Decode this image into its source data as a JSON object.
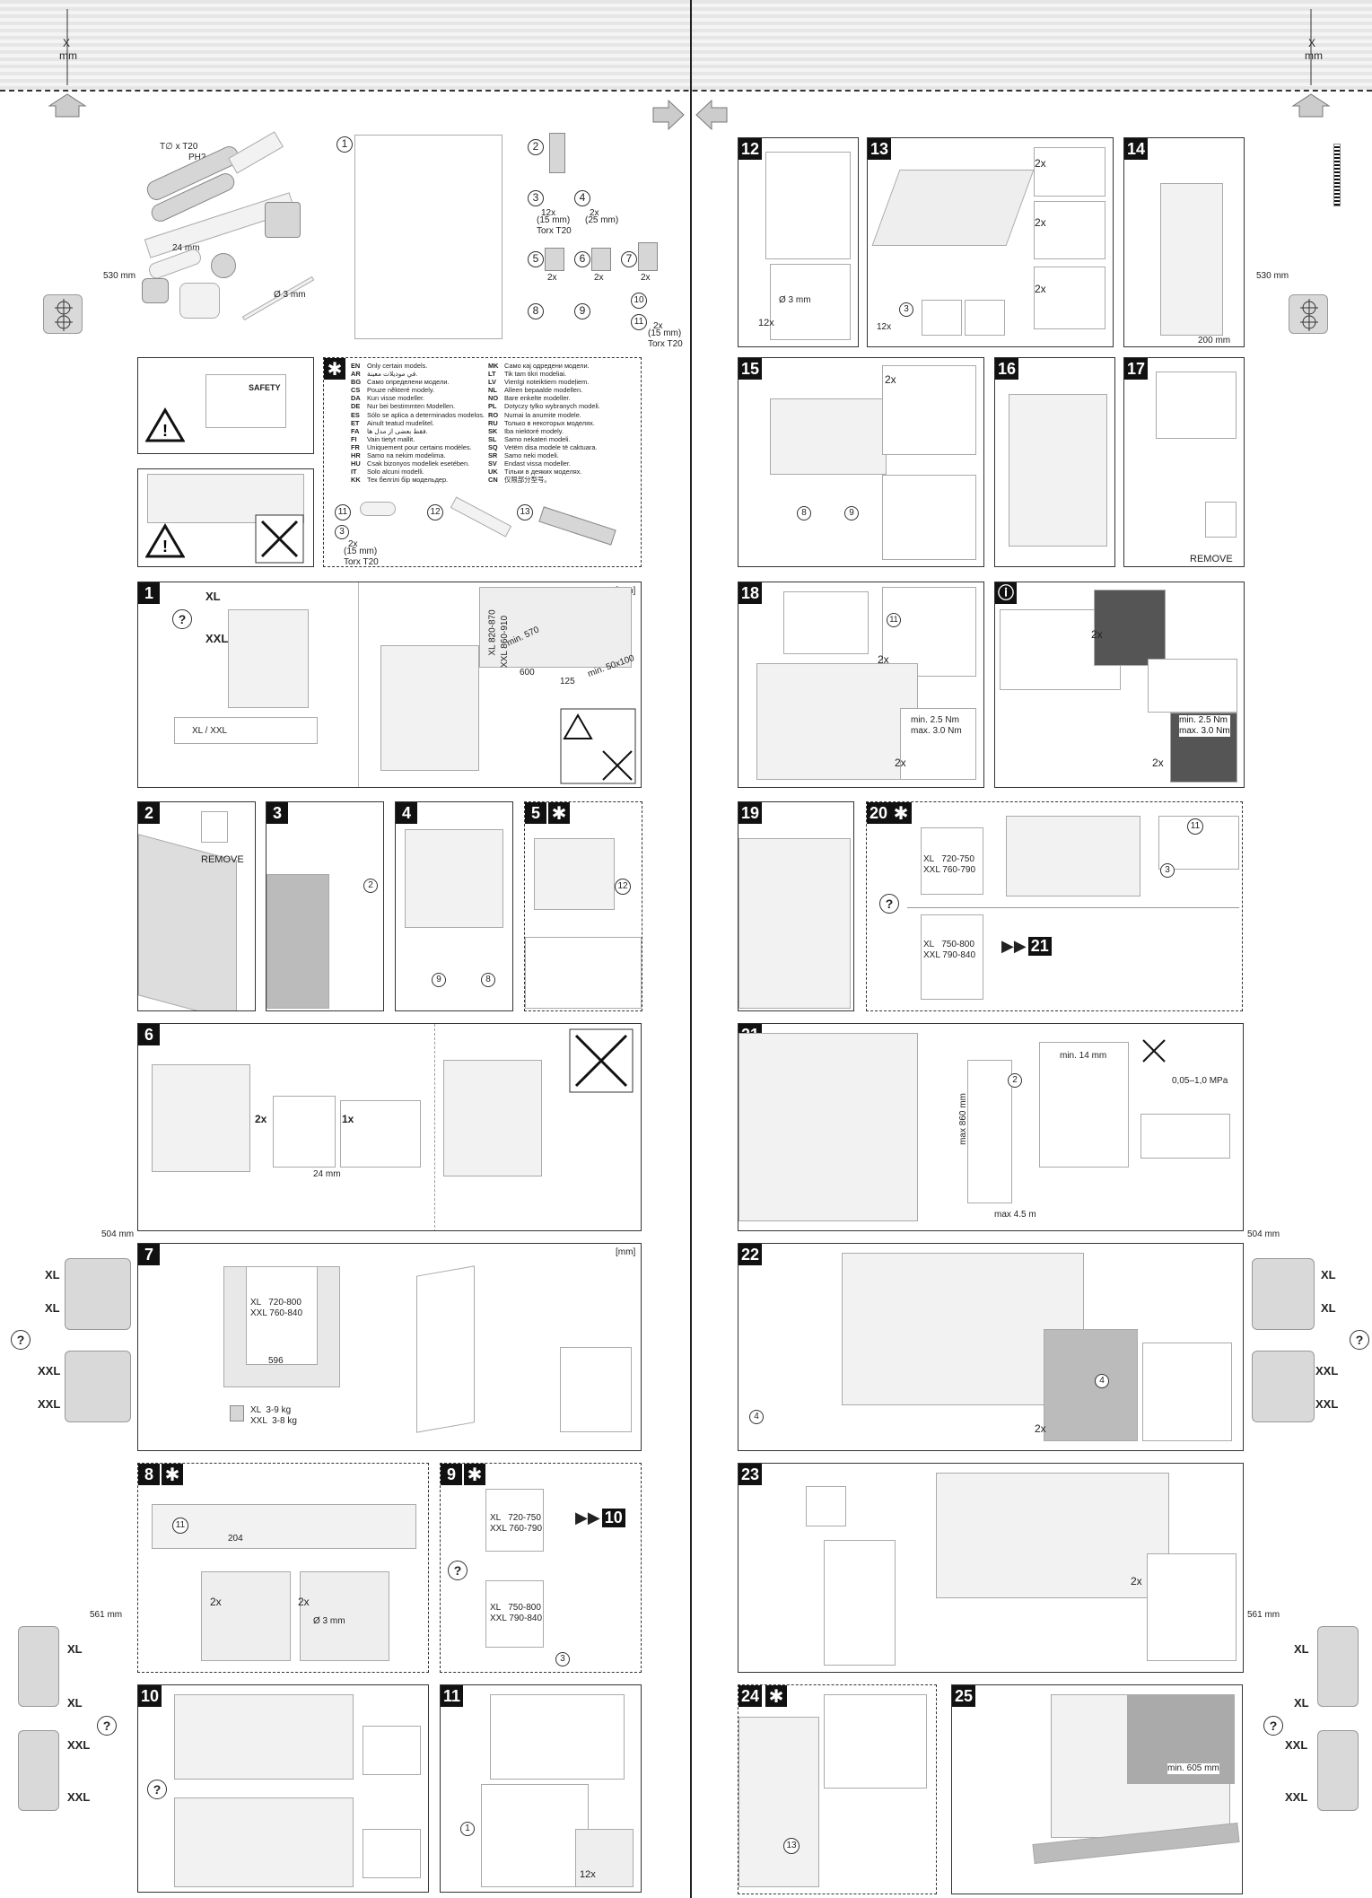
{
  "header": {
    "x_label": "X",
    "mm_label": "mm"
  },
  "tools": {
    "torx_label": "T∅ x T20",
    "ph_label": "PH2",
    "tape_label": "24 mm",
    "drill_label": "Ø 3 mm",
    "dist_530": "530 mm"
  },
  "parts": {
    "p3_qty": "12x",
    "p3_note": "(15 mm)\nTorx T20",
    "p4_qty": "2x",
    "p4_note": "(25 mm)",
    "p5_qty": "2x",
    "p6_qty": "2x",
    "p7_qty": "2x",
    "p11_qty": "2x",
    "p11_note": "(15 mm)\nTorx T20"
  },
  "safety": {
    "label": "SAFETY"
  },
  "languages": {
    "col1": [
      [
        "EN",
        "Only certain models."
      ],
      [
        "AR",
        "في موديلات معينة."
      ],
      [
        "BG",
        "Само определени модели."
      ],
      [
        "CS",
        "Pouze některé modely."
      ],
      [
        "DA",
        "Kun visse modeller."
      ],
      [
        "DE",
        "Nur bei bestimmten Modellen."
      ],
      [
        "ES",
        "Sólo se aplica a determinados modelos."
      ],
      [
        "ET",
        "Ainult teatud mudelitel."
      ],
      [
        "FA",
        "فقط بعضی از مدل ها."
      ],
      [
        "FI",
        "Vain tietyt mallit."
      ],
      [
        "FR",
        "Uniquement pour certains modèles."
      ],
      [
        "HR",
        "Samo na nekim modelima."
      ],
      [
        "HU",
        "Csak bizonyos modellek esetében."
      ],
      [
        "IT",
        "Solo alcuni modelli."
      ],
      [
        "KK",
        "Тек белгілі бір модельдер."
      ]
    ],
    "col2": [
      [
        "MK",
        "Само кај одредени модели."
      ],
      [
        "LT",
        "Tik tam tikri modeliai."
      ],
      [
        "LV",
        "Vienīgi noteiktiem modeļiem."
      ],
      [
        "NL",
        "Alleen bepaalde modellen."
      ],
      [
        "NO",
        "Bare enkelte modeller."
      ],
      [
        "PL",
        "Dotyczy tylko wybranych modeli."
      ],
      [
        "RO",
        "Numai la anumite modele."
      ],
      [
        "RU",
        "Только в некоторых моделях."
      ],
      [
        "SK",
        "Iba niektoré modely."
      ],
      [
        "SL",
        "Samo nekateri modeli."
      ],
      [
        "SQ",
        "Vetëm disa modele të caktuara."
      ],
      [
        "SR",
        "Samo neki modeli."
      ],
      [
        "SV",
        "Endast vissa modeller."
      ],
      [
        "UK",
        "Тільки в деяких моделях."
      ],
      [
        "CN",
        "仅限部分型号。"
      ]
    ],
    "p11_qty": "2x",
    "p11_note": "(15 mm)\nTorx T20"
  },
  "steps": {
    "s1": {
      "num": "1",
      "xl": "XL",
      "xxl": "XXL",
      "mm": "[mm]",
      "xlxxl": "XL / XXL",
      "dim_xl": "XL 820-870",
      "dim_xxl": "XXL 860-910",
      "dim_min570": "min. 570",
      "dim_600": "600",
      "dim_125": "125",
      "dim_min50": "min. 50x100"
    },
    "s2": {
      "num": "2",
      "remove": "REMOVE"
    },
    "s3": {
      "num": "3"
    },
    "s4": {
      "num": "4"
    },
    "s5": {
      "num": "5"
    },
    "s6": {
      "num": "6",
      "qty2": "2x",
      "qty1": "1x",
      "dim24": "24 mm"
    },
    "s7": {
      "num": "7",
      "mm": "[mm]",
      "xl_h": "XL   720-800",
      "xxl_h": "XXL 760-840",
      "w596": "596",
      "xl_kg": "XL  3-9 kg",
      "xxl_kg": "XXL  3-8 kg"
    },
    "s8": {
      "num": "8",
      "dim": "204",
      "qty2a": "2x",
      "qty2b": "2x",
      "drill": "Ø 3 mm"
    },
    "s9": {
      "num": "9",
      "xl1": "XL   720-750",
      "xxl1": "XXL 760-790",
      "xl2": "XL   750-800",
      "xxl2": "XXL 790-840",
      "ff": "10"
    },
    "s10": {
      "num": "10"
    },
    "s11": {
      "num": "11",
      "qty": "12x"
    },
    "s12": {
      "num": "12",
      "qty": "12x",
      "drill": "Ø 3 mm"
    },
    "s13": {
      "num": "13",
      "q1": "2x",
      "q2": "2x",
      "q3": "2x",
      "qty12": "12x"
    },
    "s14": {
      "num": "14",
      "dim200": "200 mm"
    },
    "s15": {
      "num": "15",
      "qty": "2x"
    },
    "s16": {
      "num": "16"
    },
    "s17": {
      "num": "17",
      "remove": "REMOVE"
    },
    "s18": {
      "num": "18",
      "qty_a": "2x",
      "qty_b": "2x",
      "torque1": "min. 2.5 Nm\nmax. 3.0 Nm"
    },
    "s19i": {
      "qty_a": "2x",
      "qty_b": "2x",
      "torque": "min. 2.5 Nm\nmax. 3.0 Nm"
    },
    "s19": {
      "num": "19"
    },
    "s20": {
      "num": "20",
      "xl1": "XL   720-750",
      "xxl1": "XXL 760-790",
      "xl2": "XL   750-800",
      "xxl2": "XXL 790-840",
      "ff": "21"
    },
    "s21": {
      "num": "21",
      "max860": "max 860 mm",
      "max45": "max 4.5 m",
      "pressure": "0,05–1,0 MPa",
      "min14": "min. 14 mm"
    },
    "s22": {
      "num": "22",
      "qty": "2x"
    },
    "s23": {
      "num": "23",
      "qty": "2x"
    },
    "s24": {
      "num": "24"
    },
    "s25": {
      "num": "25",
      "min605": "min. 605 mm"
    }
  },
  "side": {
    "d504": "504 mm",
    "d561": "561 mm",
    "d530": "530 mm",
    "xl": "XL",
    "xxl": "XXL",
    "q": "?"
  }
}
